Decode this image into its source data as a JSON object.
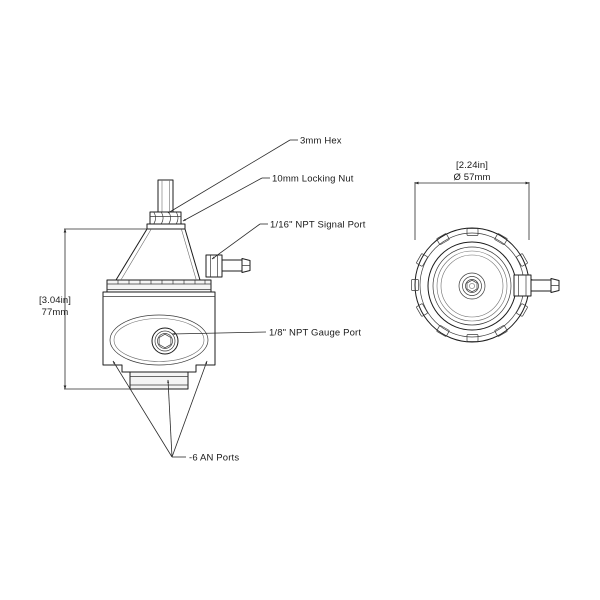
{
  "drawing": {
    "title": "Fuel Pressure Regulator Dimensional Drawing",
    "background_color": "#ffffff",
    "line_color": "#1c1c1c",
    "text_color": "#1a1a1a"
  },
  "callouts": [
    {
      "id": "hex",
      "label": "3mm Hex"
    },
    {
      "id": "locknut",
      "label": "10mm Locking Nut"
    },
    {
      "id": "signalport",
      "label": "1/16\" NPT Signal Port"
    },
    {
      "id": "gaugeport",
      "label": "1/8\" NPT Gauge Port"
    },
    {
      "id": "anports",
      "label": "-6 AN Ports"
    }
  ],
  "dimensions": {
    "height": {
      "inches": "[3.04in]",
      "millimeters": "77mm"
    },
    "diameter": {
      "inches": "[2.24in]",
      "millimeters": "Ø 57mm"
    }
  },
  "views": {
    "front": {
      "name": "front-elevation-view"
    },
    "top": {
      "name": "top-plan-view"
    }
  }
}
